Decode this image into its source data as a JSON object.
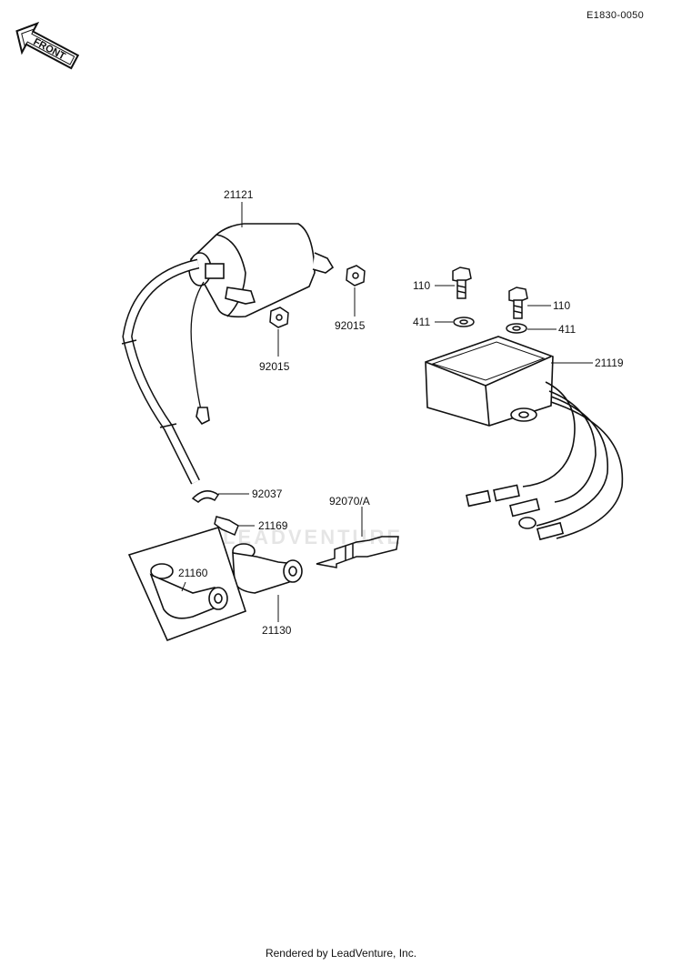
{
  "diagram_code": "E1830-0050",
  "front_arrow_text": "FRONT",
  "watermark": "LEADVENTURE",
  "footer": "Rendered by LeadVenture, Inc.",
  "accent_color": "#111111",
  "parts": {
    "coil": "21121",
    "nut_a": "92015",
    "nut_b": "92015",
    "bolt_a": "110",
    "bolt_b": "110",
    "washer_a": "411",
    "washer_b": "411",
    "igniter": "21119",
    "clip": "92037",
    "connector": "21169",
    "spark_plug": "92070/A",
    "cap_alt": "21160",
    "cap": "21130"
  }
}
